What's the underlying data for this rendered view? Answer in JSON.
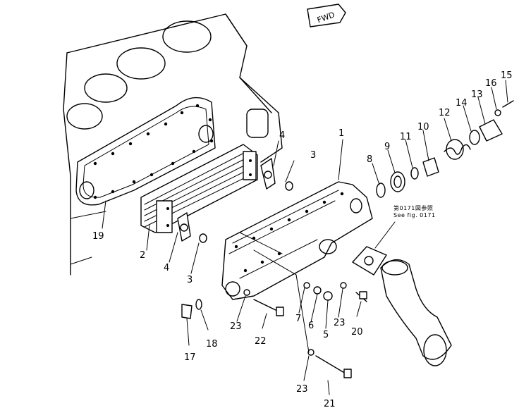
{
  "fwd_label": "FWD",
  "reference_note": {
    "line1": "第0171図参照",
    "line2": "See fig. 0171"
  },
  "callouts": [
    {
      "id": "c1",
      "text": "1"
    },
    {
      "id": "c2",
      "text": "2"
    },
    {
      "id": "c3a",
      "text": "3"
    },
    {
      "id": "c3b",
      "text": "3"
    },
    {
      "id": "c4a",
      "text": "4"
    },
    {
      "id": "c4b",
      "text": "4"
    },
    {
      "id": "c5",
      "text": "5"
    },
    {
      "id": "c6",
      "text": "6"
    },
    {
      "id": "c7",
      "text": "7"
    },
    {
      "id": "c8",
      "text": "8"
    },
    {
      "id": "c9",
      "text": "9"
    },
    {
      "id": "c10",
      "text": "10"
    },
    {
      "id": "c11",
      "text": "11"
    },
    {
      "id": "c12",
      "text": "12"
    },
    {
      "id": "c13",
      "text": "13"
    },
    {
      "id": "c14",
      "text": "14"
    },
    {
      "id": "c15",
      "text": "15"
    },
    {
      "id": "c16",
      "text": "16"
    },
    {
      "id": "c17",
      "text": "17"
    },
    {
      "id": "c18",
      "text": "18"
    },
    {
      "id": "c19",
      "text": "19"
    },
    {
      "id": "c20",
      "text": "20"
    },
    {
      "id": "c21",
      "text": "21"
    },
    {
      "id": "c22",
      "text": "22"
    },
    {
      "id": "c23a",
      "text": "23"
    },
    {
      "id": "c23b",
      "text": "23"
    },
    {
      "id": "c23c",
      "text": "23"
    }
  ]
}
